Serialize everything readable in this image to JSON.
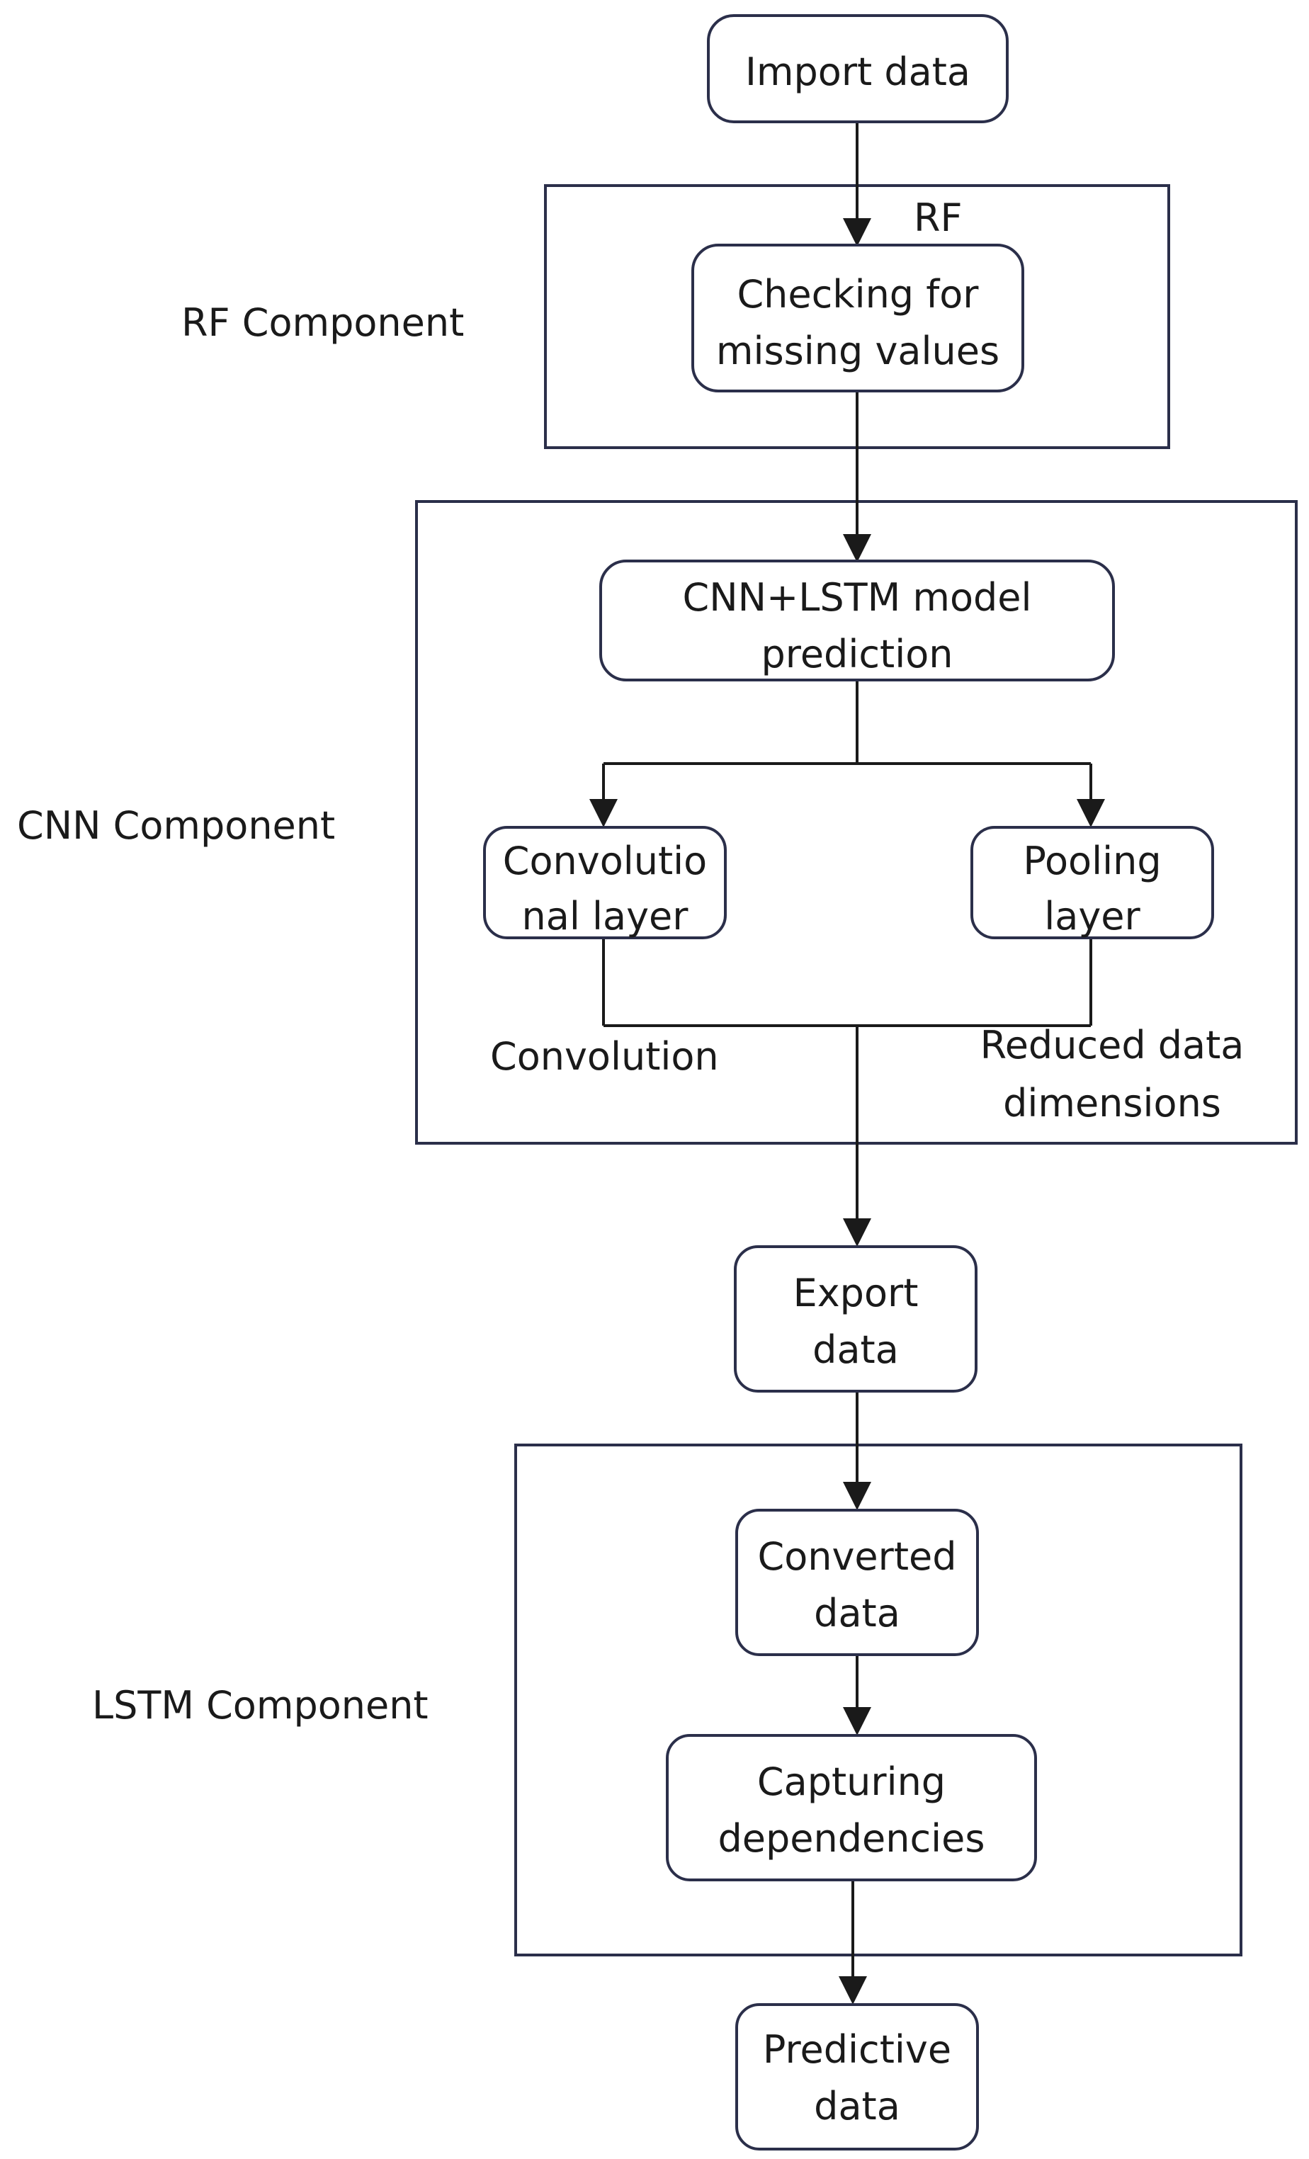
{
  "components": {
    "rf": {
      "label": "RF Component",
      "inner_label": "RF"
    },
    "cnn": {
      "label": "CNN Component"
    },
    "lstm": {
      "label": "LSTM Component"
    }
  },
  "nodes": {
    "import": [
      "Import data"
    ],
    "missing": [
      "Checking for",
      "missing values"
    ],
    "cnnlstm": [
      "CNN+LSTM model",
      "prediction"
    ],
    "conv": [
      "Convolutio",
      "nal layer"
    ],
    "pool": [
      "Pooling",
      "layer"
    ],
    "export": [
      "Export",
      "data"
    ],
    "converted": [
      "Converted",
      "data"
    ],
    "capturing": [
      "Capturing",
      "dependencies"
    ],
    "predictive": [
      "Predictive",
      "data"
    ]
  },
  "edge_labels": {
    "convolution": "Convolution",
    "reduced": [
      "Reduced data",
      "dimensions"
    ]
  }
}
